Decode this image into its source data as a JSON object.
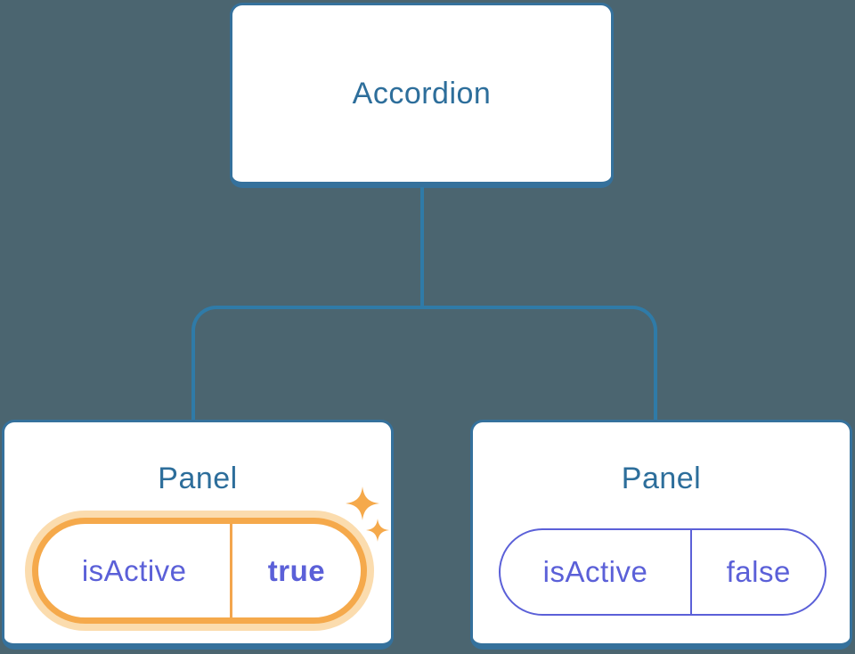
{
  "diagram": {
    "root": {
      "label": "Accordion"
    },
    "panels": [
      {
        "label": "Panel",
        "prop_name": "isActive",
        "prop_value": "true",
        "active": true,
        "decoration": "sparkles-icon"
      },
      {
        "label": "Panel",
        "prop_name": "isActive",
        "prop_value": "false",
        "active": false
      }
    ]
  },
  "colors": {
    "background": "#4B6570",
    "card_fill": "#FFFFFF",
    "card_border": "#35719C",
    "connector": "#2F7BA8",
    "title_text": "#2D6E9B",
    "prop_text": "#5B60D8",
    "highlight_orange": "#F5A94B",
    "highlight_glow": "#FBDCAE"
  }
}
